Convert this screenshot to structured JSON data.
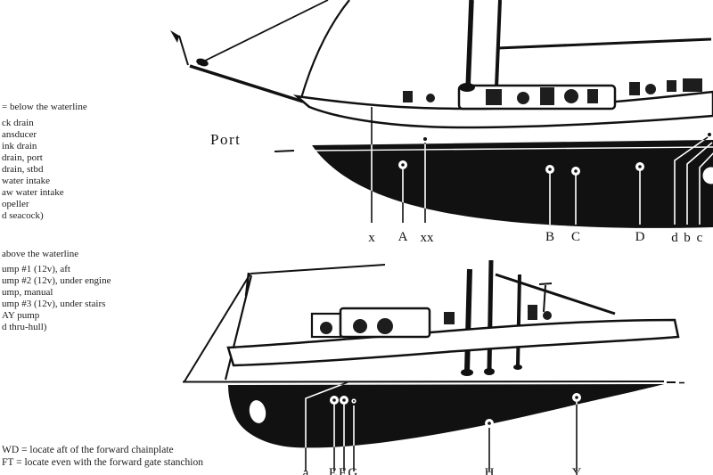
{
  "colors": {
    "ink": "#161616",
    "paper": "#ffffff"
  },
  "legend_below": {
    "heading_fragment": "= below the waterline",
    "items": [
      "ck drain",
      "ansducer",
      "ink drain",
      "drain, port",
      "drain, stbd",
      "water intake",
      "aw water intake",
      "opeller",
      "d seacock)"
    ]
  },
  "legend_above": {
    "heading_fragment": "above the waterline",
    "items": [
      "ump #1 (12v), aft",
      "ump #2 (12v), under engine",
      "ump, manual",
      "ump #3 (12v), under stairs",
      "AY pump",
      "d thru-hull)"
    ]
  },
  "footnotes": [
    "WD = locate aft of the forward chainplate",
    "FT  = locate even with the forward gate stanchion"
  ],
  "port_view": {
    "label": "Port",
    "callouts": [
      "x",
      "A",
      "xx",
      "B",
      "C",
      "D",
      "d",
      "b",
      "c"
    ]
  },
  "lower_view": {
    "callouts": [
      "a",
      "EFG",
      "H",
      "Y"
    ]
  }
}
